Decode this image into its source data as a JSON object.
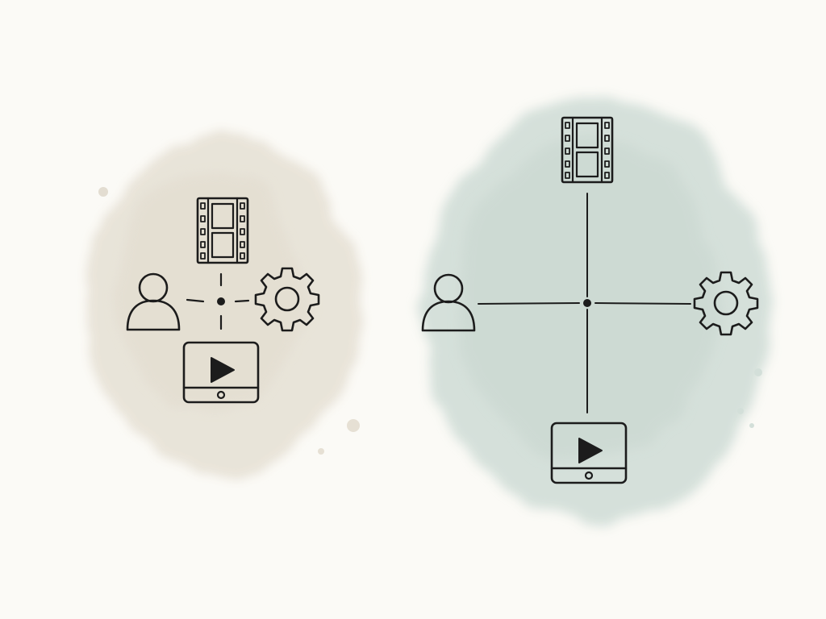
{
  "colors": {
    "background": "#fbfaf6",
    "left_blob": "#e8e3d8",
    "right_blob": "#cfdcd6",
    "ink": "#1c1c1c"
  },
  "diagrams": [
    {
      "variant": "compact",
      "connector_style": "short dashed strokes",
      "hub": "center-dot",
      "nodes": [
        {
          "position": "top",
          "icon": "film-strip-icon"
        },
        {
          "position": "left",
          "icon": "user-icon"
        },
        {
          "position": "right",
          "icon": "gear-icon"
        },
        {
          "position": "bottom",
          "icon": "video-player-icon"
        }
      ]
    },
    {
      "variant": "expanded",
      "connector_style": "long solid lines",
      "hub": "center-dot",
      "nodes": [
        {
          "position": "top",
          "icon": "film-strip-icon"
        },
        {
          "position": "left",
          "icon": "user-icon"
        },
        {
          "position": "right",
          "icon": "gear-icon"
        },
        {
          "position": "bottom",
          "icon": "video-player-icon"
        }
      ]
    }
  ]
}
